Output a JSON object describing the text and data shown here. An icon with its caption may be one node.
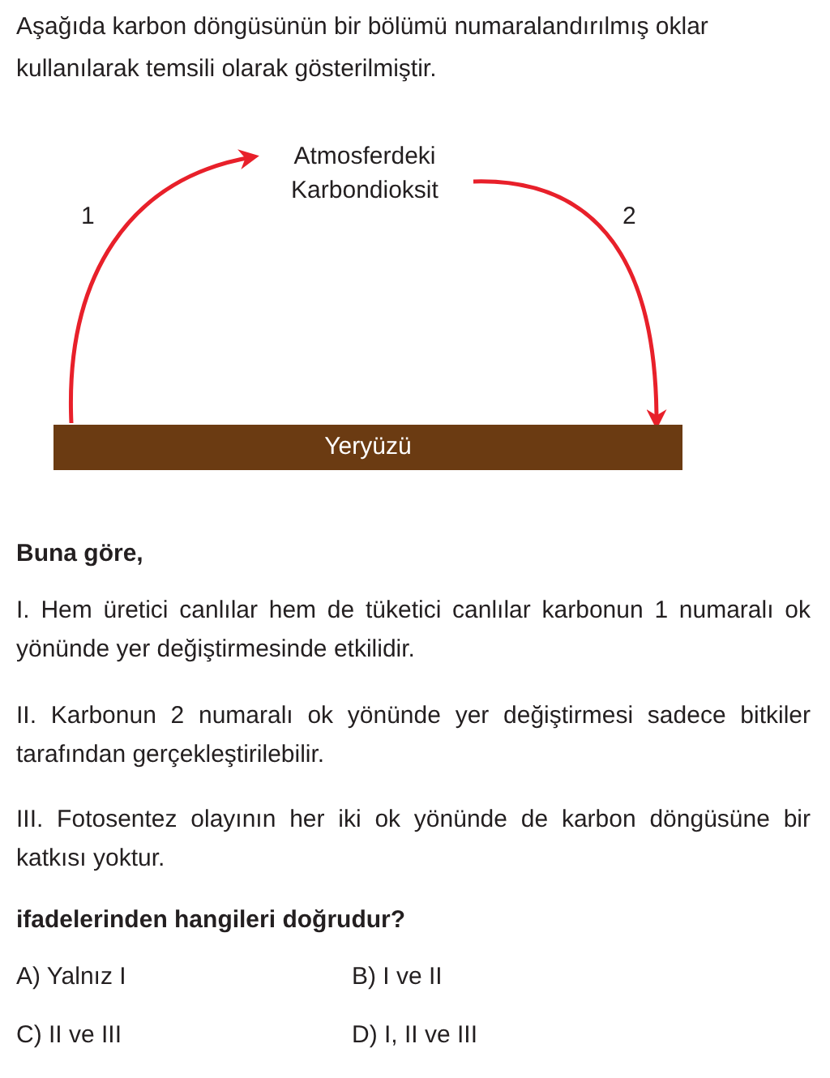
{
  "diagram": {
    "title": "Aşağıda karbon döngüsünün bir bölümü numaralandırılmış oklar kullanılarak temsili olarak gösterilmiştir.",
    "nodes": [
      {
        "text": [
          "Atmosferdeki Karbondioksit"
        ]
      },
      {
        "text": [
          "Yeryüzü"
        ]
      }
    ],
    "edges": [
      {
        "from": 1,
        "to": 0,
        "arrow": "to",
        "label": "1",
        "color": "#e8202a"
      },
      {
        "from": 0,
        "to": 1,
        "arrow": "to",
        "label": "2",
        "color": "#e8202a"
      }
    ],
    "labels": [
      "Buna göre,",
      "I. Hem üretici canlılar hem de tüketici canlılar karbonun 1 numaralı ok yönünde yer değiştirmesinde etkilidir.",
      "II. Karbonun 2 numaralı ok yönünde yer değiştirmesi sadece bitkiler tarafından gerçekleştirilebilir.",
      "III. Fotosentez olayının her iki ok yönünde de karbon döngüsüne bir katkısı yoktur.",
      "ifadelerinden hangileri doğrudur?",
      "A) Yalnız I",
      "B) I ve II",
      "C) II ve III",
      "D) I, II ve III"
    ]
  }
}
